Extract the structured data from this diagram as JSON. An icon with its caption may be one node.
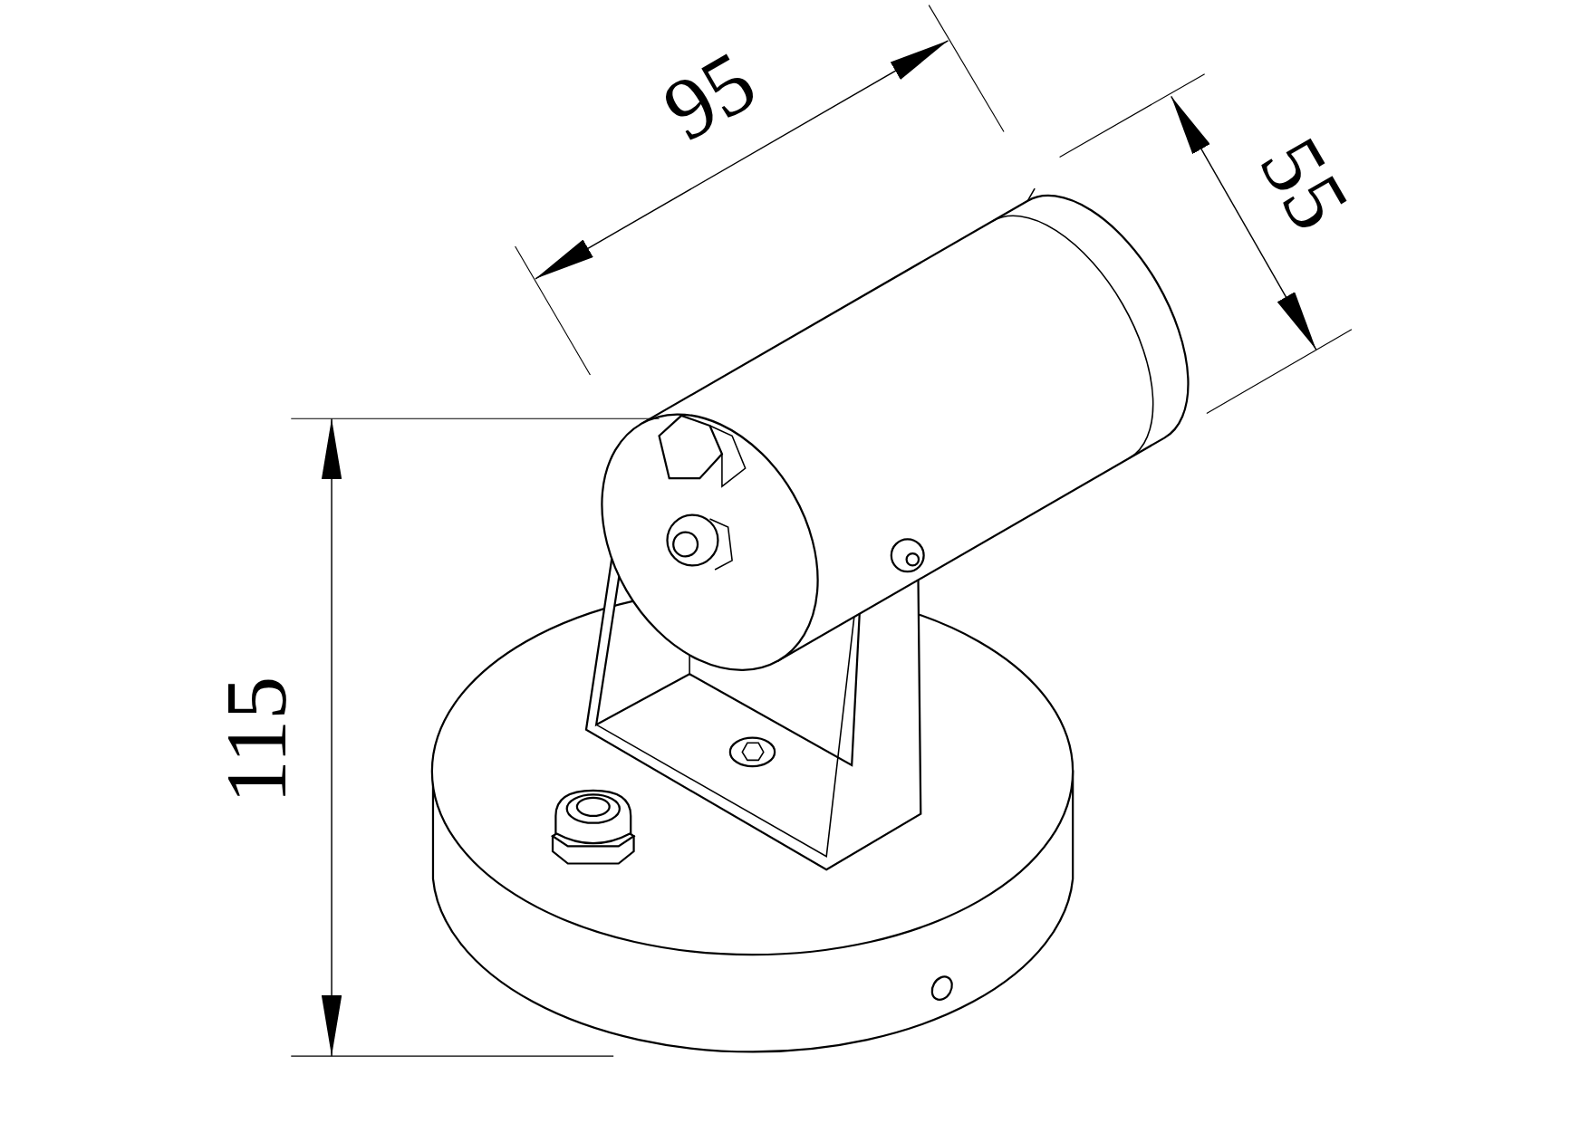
{
  "diagram": {
    "labels": [
      "95",
      "55",
      "115"
    ]
  }
}
